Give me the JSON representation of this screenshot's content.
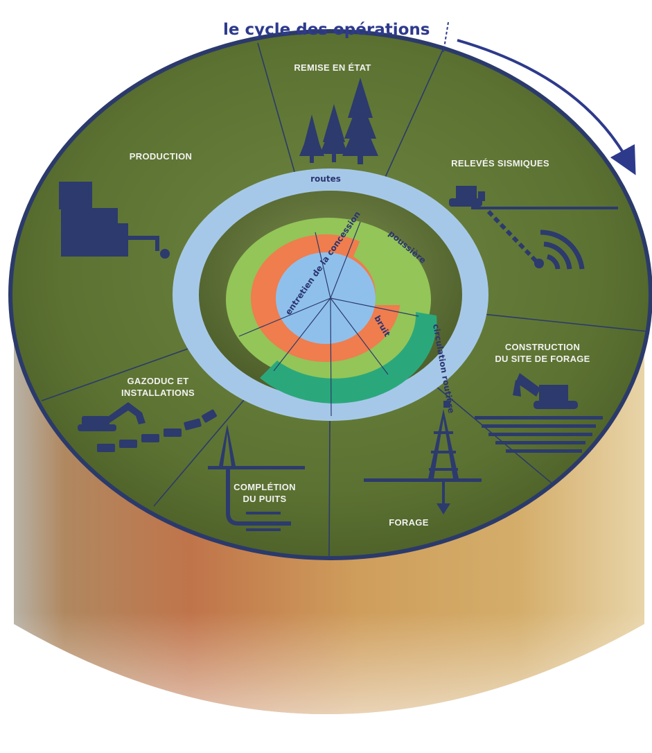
{
  "title": "le cycle des opérations",
  "segments": {
    "remise": "REMISE EN ÉTAT",
    "releves": "RELEVÉS SISMIQUES",
    "construction_1": "CONSTRUCTION",
    "construction_2": "DU SITE DE FORAGE",
    "forage": "FORAGE",
    "completion_1": "COMPLÉTION",
    "completion_2": "DU PUITS",
    "gazoduc_1": "GAZODUC ET",
    "gazoduc_2": "INSTALLATIONS",
    "production": "PRODUCTION"
  },
  "rings": {
    "routes": "routes",
    "poussiere": "poussière",
    "bruit": "bruit",
    "circulation": "circulation routière",
    "entretien": "entretien de la concession"
  },
  "colors": {
    "disk_green": "#5c7232",
    "rim_navy": "#2b3a6b",
    "drum_tan": "#c8934e",
    "ring_blue": "#a6c8e8",
    "ring_green": "#93c558",
    "ring_orange": "#ef7d4e",
    "ring_teal": "#2aa87c",
    "icon_navy": "#2c3a6e",
    "title_blue": "#2d3a8c"
  },
  "icons": [
    "tree-icon",
    "bulldozer-icon",
    "seismic-wave-icon",
    "excavator-icon",
    "derrick-icon",
    "pipeline-icon",
    "factory-icon",
    "faucet-icon"
  ]
}
